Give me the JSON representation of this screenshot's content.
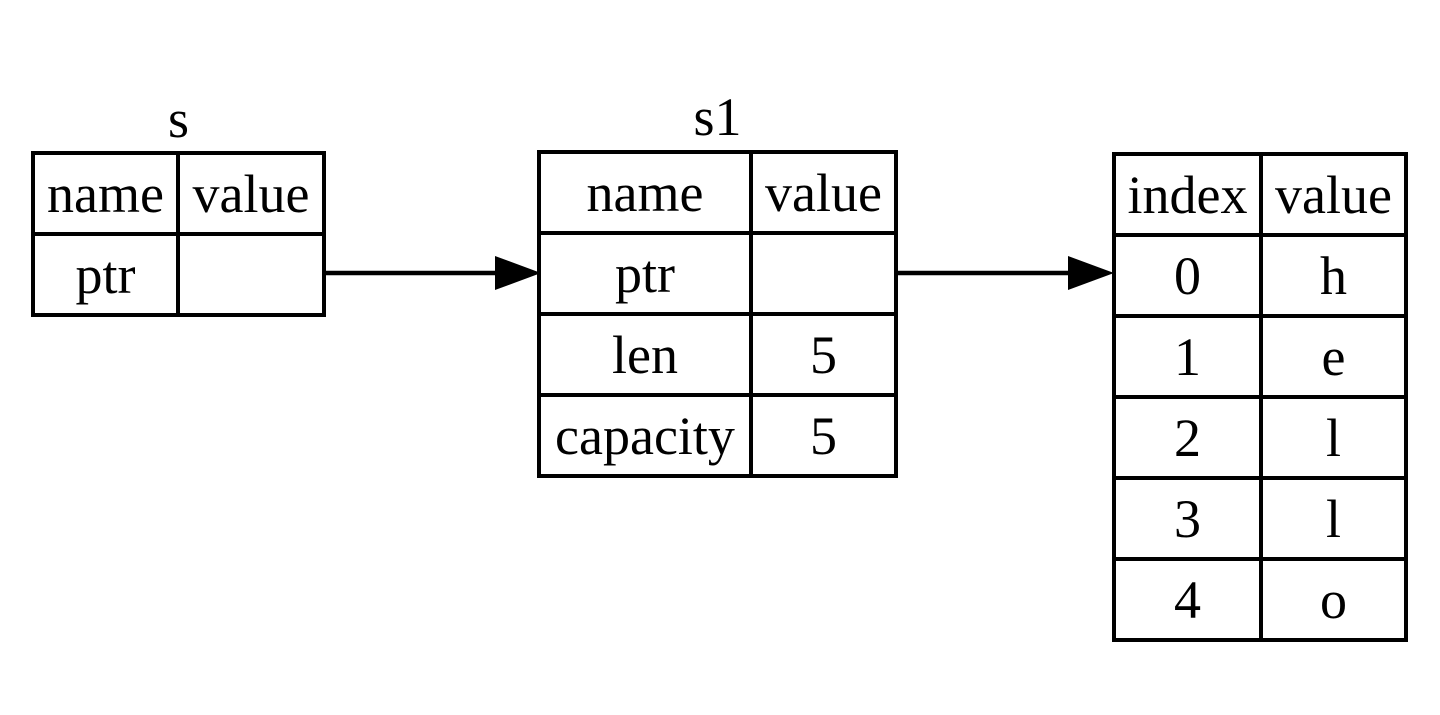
{
  "diagram": {
    "description_colors": {
      "line": "#000000",
      "background": "#ffffff",
      "text": "#000000"
    },
    "tables": [
      {
        "id": "s",
        "title": "s",
        "headers": [
          "name",
          "value"
        ],
        "rows": [
          [
            "ptr",
            ""
          ]
        ]
      },
      {
        "id": "s1",
        "title": "s1",
        "headers": [
          "name",
          "value"
        ],
        "rows": [
          [
            "ptr",
            ""
          ],
          [
            "len",
            "5"
          ],
          [
            "capacity",
            "5"
          ]
        ]
      },
      {
        "id": "heap",
        "title": "",
        "headers": [
          "index",
          "value"
        ],
        "rows": [
          [
            "0",
            "h"
          ],
          [
            "1",
            "e"
          ],
          [
            "2",
            "l"
          ],
          [
            "3",
            "l"
          ],
          [
            "4",
            "o"
          ]
        ]
      }
    ],
    "arrows": [
      {
        "from": "s.ptr.value",
        "to": "s1"
      },
      {
        "from": "s1.ptr.value",
        "to": "heap.row-0"
      }
    ]
  }
}
